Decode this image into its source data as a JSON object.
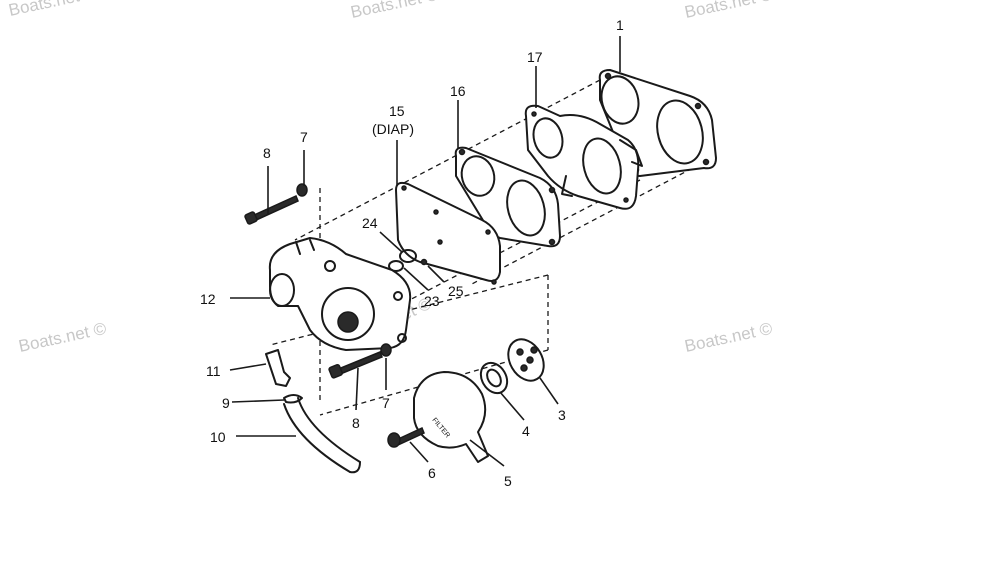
{
  "watermark": "Boats.net ©",
  "filter_print": "FILTER",
  "callouts": {
    "c1": "1",
    "c3": "3",
    "c4": "4",
    "c5": "5",
    "c6": "6",
    "c7a": "7",
    "c7b": "7",
    "c8a": "8",
    "c8b": "8",
    "c9": "9",
    "c10": "10",
    "c11": "11",
    "c12": "12",
    "c15": "15",
    "c15sub": "(DIAP)",
    "c16": "16",
    "c17": "17",
    "c23": "23",
    "c24": "24",
    "c25": "25"
  }
}
